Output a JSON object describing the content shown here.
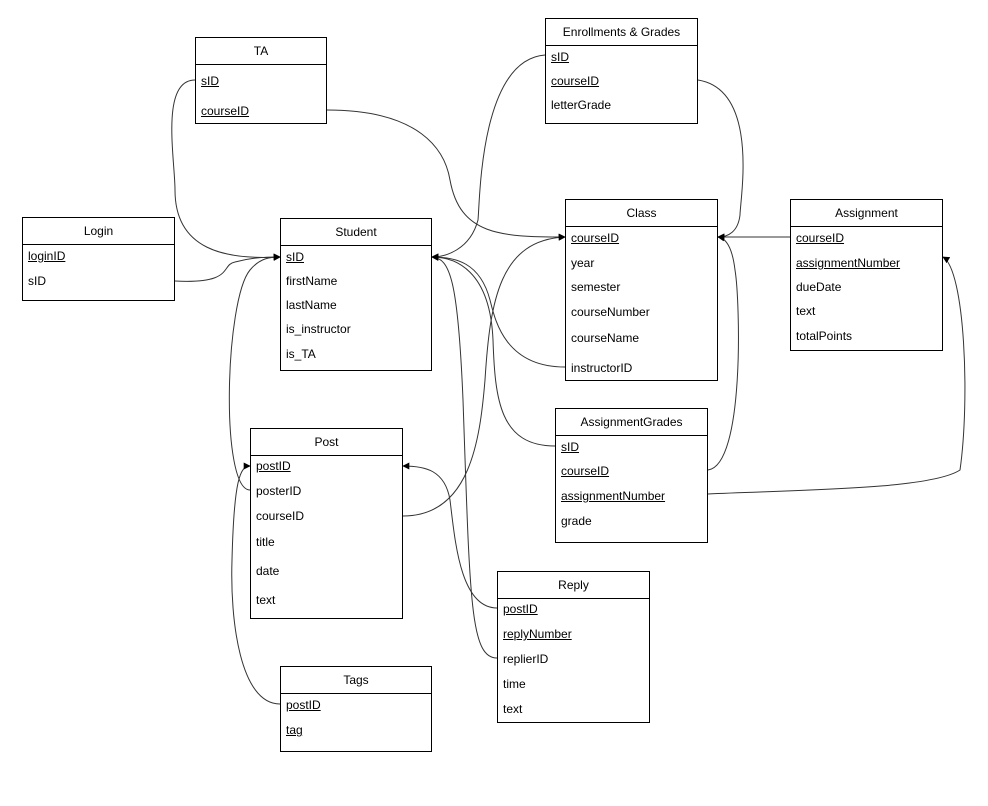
{
  "entities": {
    "ta": {
      "title": "TA",
      "fields": [
        {
          "name": "sID",
          "key": true
        },
        {
          "name": "courseID",
          "key": true
        }
      ]
    },
    "enrollments": {
      "title": "Enrollments & Grades",
      "fields": [
        {
          "name": "sID",
          "key": true
        },
        {
          "name": "courseID",
          "key": true
        },
        {
          "name": "letterGrade",
          "key": false
        }
      ]
    },
    "login": {
      "title": "Login",
      "fields": [
        {
          "name": "loginID",
          "key": true
        },
        {
          "name": "sID",
          "key": false
        }
      ]
    },
    "student": {
      "title": "Student",
      "fields": [
        {
          "name": "sID",
          "key": true
        },
        {
          "name": "firstName",
          "key": false
        },
        {
          "name": "lastName",
          "key": false
        },
        {
          "name": "is_instructor",
          "key": false
        },
        {
          "name": "is_TA",
          "key": false
        }
      ]
    },
    "class": {
      "title": "Class",
      "fields": [
        {
          "name": "courseID",
          "key": true
        },
        {
          "name": "year",
          "key": false
        },
        {
          "name": "semester",
          "key": false
        },
        {
          "name": "courseNumber",
          "key": false
        },
        {
          "name": "courseName",
          "key": false
        },
        {
          "name": "instructorID",
          "key": false
        }
      ]
    },
    "assignment": {
      "title": "Assignment",
      "fields": [
        {
          "name": "courseID",
          "key": true
        },
        {
          "name": "assignmentNumber",
          "key": true
        },
        {
          "name": "dueDate",
          "key": false
        },
        {
          "name": "text",
          "key": false
        },
        {
          "name": "totalPoints",
          "key": false
        }
      ]
    },
    "assignmentGrades": {
      "title": "AssignmentGrades",
      "fields": [
        {
          "name": "sID",
          "key": true
        },
        {
          "name": "courseID",
          "key": true
        },
        {
          "name": "assignmentNumber",
          "key": true
        },
        {
          "name": "grade",
          "key": false
        }
      ]
    },
    "post": {
      "title": "Post",
      "fields": [
        {
          "name": "postID",
          "key": true
        },
        {
          "name": "posterID",
          "key": false
        },
        {
          "name": "courseID",
          "key": false
        },
        {
          "name": "title",
          "key": false
        },
        {
          "name": "date",
          "key": false
        },
        {
          "name": "text",
          "key": false
        }
      ]
    },
    "reply": {
      "title": "Reply",
      "fields": [
        {
          "name": "postID",
          "key": true
        },
        {
          "name": "replyNumber",
          "key": true
        },
        {
          "name": "replierID",
          "key": false
        },
        {
          "name": "time",
          "key": false
        },
        {
          "name": "text",
          "key": false
        }
      ]
    },
    "tags": {
      "title": "Tags",
      "fields": [
        {
          "name": "postID",
          "key": true
        },
        {
          "name": "tag",
          "key": true
        }
      ]
    }
  },
  "relationships": [
    {
      "from": "ta.sID",
      "to": "student.sID"
    },
    {
      "from": "ta.courseID",
      "to": "class.courseID"
    },
    {
      "from": "enrollments.sID",
      "to": "student.sID"
    },
    {
      "from": "enrollments.courseID",
      "to": "class.courseID"
    },
    {
      "from": "login.sID",
      "to": "student.sID"
    },
    {
      "from": "class.instructorID",
      "to": "student.sID"
    },
    {
      "from": "assignment.courseID",
      "to": "class.courseID"
    },
    {
      "from": "assignmentGrades.sID",
      "to": "student.sID"
    },
    {
      "from": "assignmentGrades.courseID",
      "to": "class.courseID"
    },
    {
      "from": "assignmentGrades.assignmentNumber",
      "to": "assignment.assignmentNumber"
    },
    {
      "from": "post.posterID",
      "to": "student.sID"
    },
    {
      "from": "post.courseID",
      "to": "class.courseID"
    },
    {
      "from": "reply.postID",
      "to": "post.postID"
    },
    {
      "from": "reply.replierID",
      "to": "student.sID"
    },
    {
      "from": "tags.postID",
      "to": "post.postID"
    }
  ]
}
